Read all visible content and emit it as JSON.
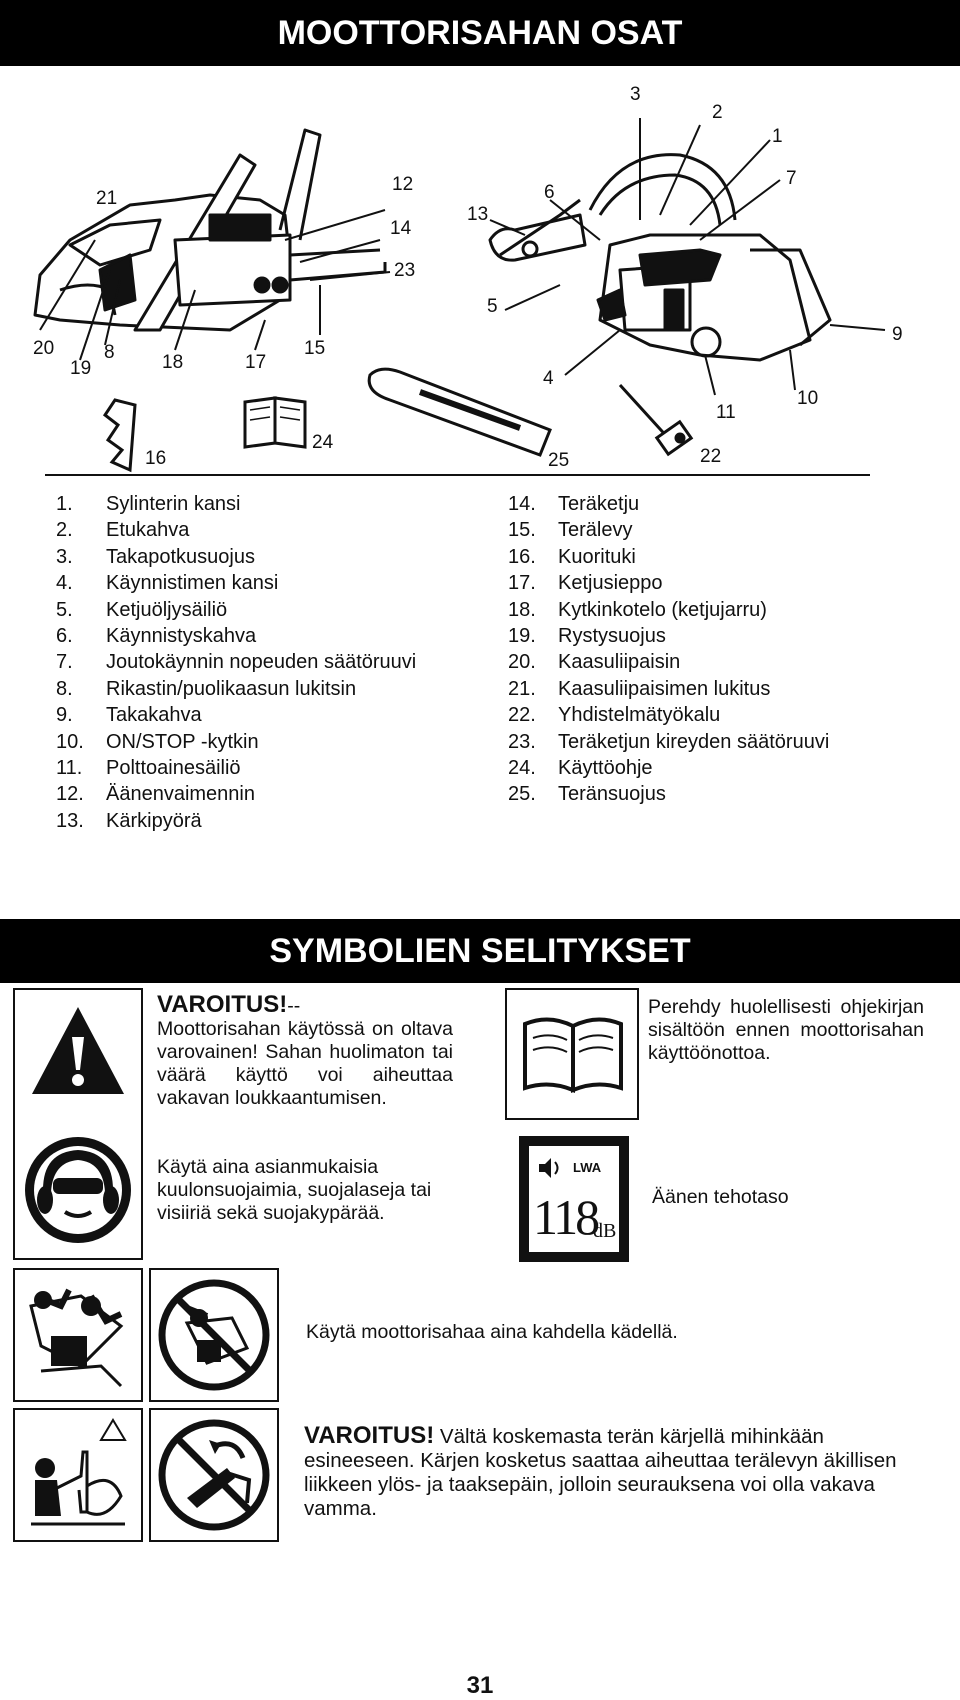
{
  "header": {
    "title": "MOOTTORISAHAN OSAT"
  },
  "diagram_numbers": {
    "n1": "1",
    "n2": "2",
    "n3": "3",
    "n4": "4",
    "n5": "5",
    "n6": "6",
    "n7": "7",
    "n8": "8",
    "n9": "9",
    "n10": "10",
    "n11": "11",
    "n12": "12",
    "n13": "13",
    "n14": "14",
    "n15": "15",
    "n16": "16",
    "n17": "17",
    "n18": "18",
    "n19": "19",
    "n20": "20",
    "n21": "21",
    "n22": "22",
    "n23": "23",
    "n24": "24",
    "n25": "25"
  },
  "parts_left": [
    {
      "num": "1.",
      "name": "Sylinterin kansi"
    },
    {
      "num": "2.",
      "name": "Etukahva"
    },
    {
      "num": "3.",
      "name": "Takapotkusuojus"
    },
    {
      "num": "4.",
      "name": "Käynnistimen kansi"
    },
    {
      "num": "5.",
      "name": "Ketjuöljysäiliö"
    },
    {
      "num": "6.",
      "name": "Käynnistyskahva"
    },
    {
      "num": "7.",
      "name": "Joutokäynnin nopeuden säätöruuvi"
    },
    {
      "num": "8.",
      "name": "Rikastin/puolikaasun lukitsin"
    },
    {
      "num": "9.",
      "name": "Takakahva"
    },
    {
      "num": "10.",
      "name": "ON/STOP -kytkin"
    },
    {
      "num": "11.",
      "name": "Polttoainesäiliö"
    },
    {
      "num": "12.",
      "name": "Äänenvaimennin"
    },
    {
      "num": "13.",
      "name": "Kärkipyörä"
    }
  ],
  "parts_right": [
    {
      "num": "14.",
      "name": "Teräketju"
    },
    {
      "num": "15.",
      "name": "Terälevy"
    },
    {
      "num": "16.",
      "name": "Kuorituki"
    },
    {
      "num": "17.",
      "name": "Ketjusieppo"
    },
    {
      "num": "18.",
      "name": "Kytkinkotelo (ketjujarru)"
    },
    {
      "num": "19.",
      "name": "Rystysuojus"
    },
    {
      "num": "20.",
      "name": "Kaasuliipaisin"
    },
    {
      "num": "21.",
      "name": "Kaasuliipaisimen lukitus"
    },
    {
      "num": "22.",
      "name": "Yhdistelmätyökalu"
    },
    {
      "num": "23.",
      "name": "Teräketjun kireyden säätöruuvi"
    },
    {
      "num": "24.",
      "name": "Käyttöohje"
    },
    {
      "num": "25.",
      "name": "Teränsuojus"
    }
  ],
  "symbols": {
    "title": "SYMBOLIEN SELITYKSET",
    "warning_title": "VAROITUS!",
    "warning_dashes": "--",
    "warning_text": "Moottorisahan käytössä on oltava varovainen! Sahan huolimaton tai väärä käyttö voi aiheuttaa vakavan loukkaantumisen.",
    "protection_text": "Käytä aina asianmukaisia kuulonsuojaimia, suojalaseja tai visiiriä sekä suojakypärää.",
    "manual_text": "Perehdy huolellisesti ohjekirjan sisältöön ennen moottorisahan käyttöönottoa.",
    "noise_label_lwa": "LWA",
    "noise_value": "118",
    "noise_unit": "dB",
    "noise_text": "Äänen tehotaso",
    "two_hands_text": "Käytä moottorisahaa aina kahdella kädellä.",
    "kickback_title": "VAROITUS!",
    "kickback_text": "Vältä koskemasta terän kärjellä mihinkään esineeseen. Kärjen kosketus saattaa aiheuttaa terälevyn äkillisen liikkeen ylös- ja taaksepäin, jolloin seurauksena voi olla vakava vamma."
  },
  "page_number": "31"
}
